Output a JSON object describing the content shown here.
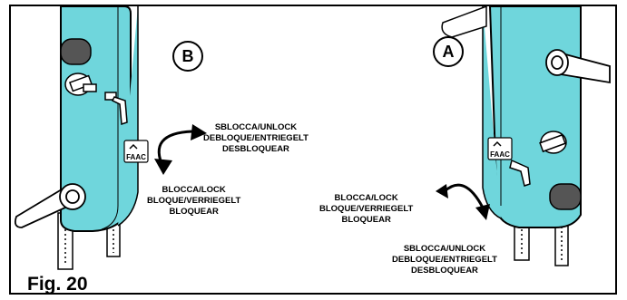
{
  "figure": {
    "label": "Fig. 20"
  },
  "panel_b": {
    "marker": "B",
    "unlock_lines": [
      "SBLOCCA/UNLOCK",
      "DEBLOQUE/ENTRIEGELT",
      "DESBLOQUEAR"
    ],
    "lock_lines": [
      "BLOCCA/LOCK",
      "BLOQUE/VERRIEGELT",
      "BLOQUEAR"
    ],
    "brand": "FAAC"
  },
  "panel_a": {
    "marker": "A",
    "lock_lines": [
      "BLOCCA/LOCK",
      "BLOQUE/VERRIEGELT",
      "BLOQUEAR"
    ],
    "unlock_lines": [
      "SBLOCCA/UNLOCK",
      "DEBLOQUE/ENTRIEGELT",
      "DESBLOQUEAR"
    ],
    "brand": "FAAC"
  },
  "colors": {
    "body": "#6fd6dc",
    "stroke": "#000000",
    "grip": "#555555",
    "paper": "#ffffff"
  }
}
